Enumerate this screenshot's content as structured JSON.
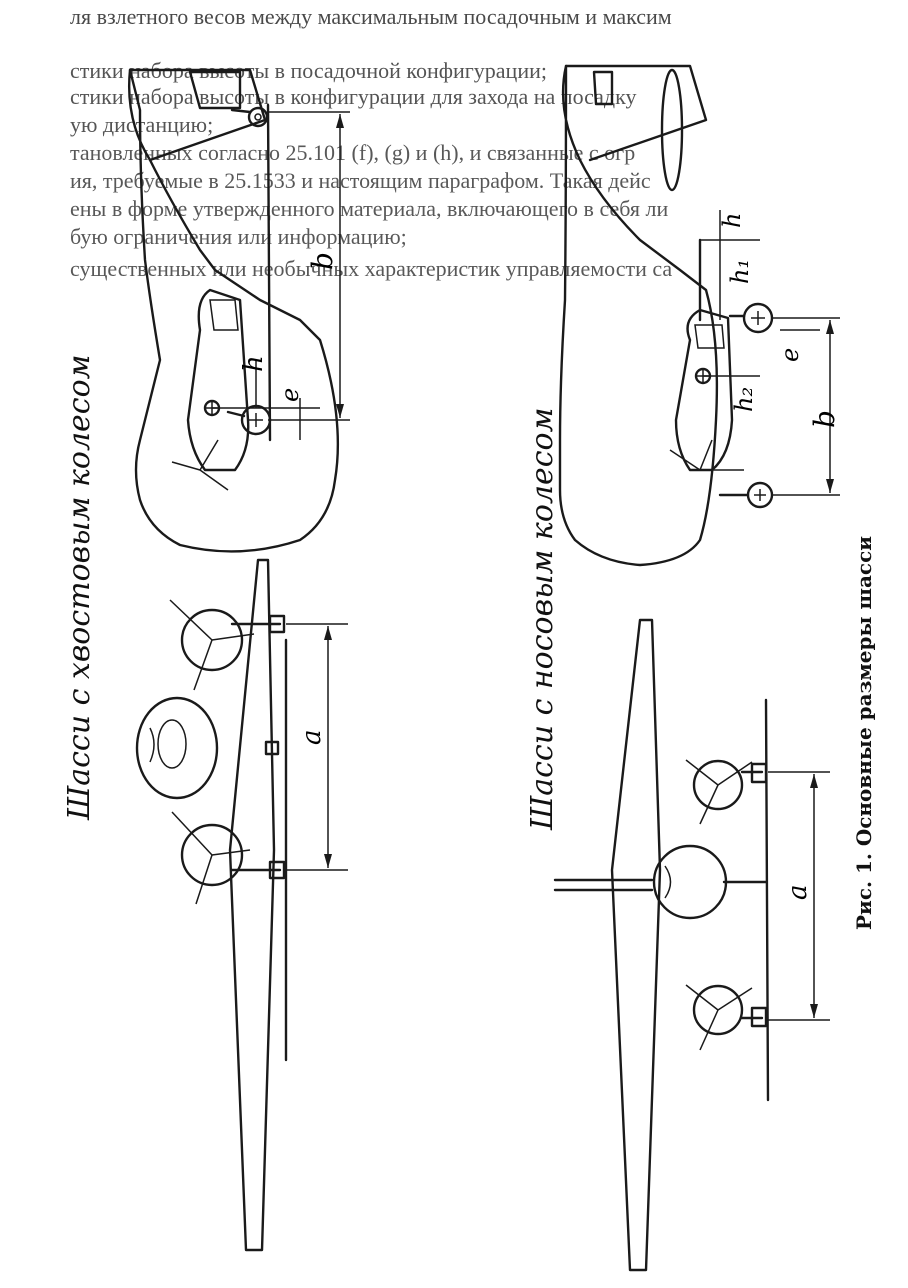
{
  "background_text": {
    "lines": [
      "ля взлетного весов между максимальным посадочным и максим",
      "стики набора высоты в посадочной конфигурации;",
      "стики набора высоты в конфигурации для захода на посадку",
      "ую дистанцию;",
      "тановленных согласно 25.101 (f), (g) и (h), и связанные с огр",
      "ия, требуемые в 25.1533 и настоящим параграфом. Такая дейс",
      "ены в форме утвержденного материала, включающего в себя ли",
      "бую ограничения или информацию;",
      "существенных или необычных характеристик управляемости са"
    ]
  },
  "labels": {
    "tail_wheel_title": "Шасси с хвостовым колесом",
    "nose_wheel_title": "Шасси с носовым колесом",
    "caption": "Рис. 1. Основные размеры шасси"
  },
  "dimensions": {
    "a": "a",
    "b": "b",
    "h": "h",
    "e": "e",
    "h1": "h₁",
    "h2": "h₂"
  }
}
